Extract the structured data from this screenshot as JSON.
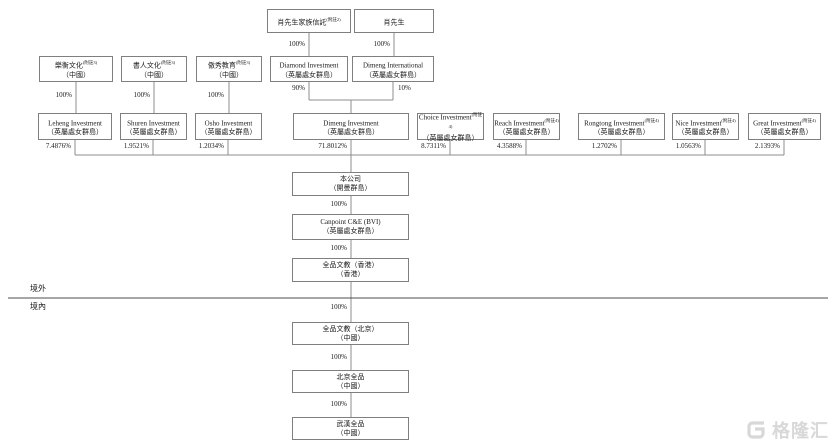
{
  "diagram_type": "corporate-shareholding-structure",
  "colors": {
    "box_border": "#7f7f7f",
    "connector": "#8c8c8c",
    "divider": "#4d4d4d",
    "text": "#1a1a1a",
    "watermark": "#d8d8d8"
  },
  "top_row": [
    {
      "name": "肖先生家族信託",
      "note": "(附註2)",
      "region": "",
      "pct": "100%"
    },
    {
      "name": "肖先生",
      "note": "",
      "region": "",
      "pct": "100%"
    }
  ],
  "row2": [
    {
      "name": "樂衡文化",
      "note": "(附註3)",
      "region": "（中國）",
      "pct": "100%"
    },
    {
      "name": "書人文化",
      "note": "(附註3)",
      "region": "（中國）",
      "pct": "100%"
    },
    {
      "name": "傲秀教育",
      "note": "(附註3)",
      "region": "（中國）",
      "pct": "100%"
    },
    {
      "name": "Diamond Investment",
      "note": "",
      "region": "（英屬處女群島）",
      "pct": "90%"
    },
    {
      "name": "Dimeng International",
      "note": "",
      "region": "（英屬處女群島）",
      "pct": "10%"
    }
  ],
  "row3": [
    {
      "name": "Leheng Investment",
      "note": "",
      "region": "（英屬處女群島）",
      "pct": "7.4876%"
    },
    {
      "name": "Shuren Investment",
      "note": "",
      "region": "（英屬處女群島）",
      "pct": "1.9521%"
    },
    {
      "name": "Osho Investment",
      "note": "",
      "region": "（英屬處女群島）",
      "pct": "1.2034%"
    },
    {
      "name": "Dimeng Investment",
      "note": "",
      "region": "（英屬處女群島）",
      "pct": "71.8012%"
    },
    {
      "name": "Choice Investment",
      "note": "(附註4)",
      "region": "（英屬處女群島）",
      "pct": "8.7311%"
    },
    {
      "name": "Reach Investment",
      "note": "(附註4)",
      "region": "（英屬處女群島）",
      "pct": "4.3588%"
    },
    {
      "name": "Rongtong Investment",
      "note": "(附註4)",
      "region": "（英屬處女群島）",
      "pct": "1.2702%"
    },
    {
      "name": "Nice Investment",
      "note": "(附註4)",
      "region": "（英屬處女群島）",
      "pct": "1.0563%"
    },
    {
      "name": "Great Investment",
      "note": "(附註4)",
      "region": "（英屬處女群島）",
      "pct": "2.1393%"
    }
  ],
  "chain": [
    {
      "name": "本公司",
      "region": "（開曼群島）",
      "pct_below": "100%"
    },
    {
      "name": "Canpoint C&E (BVI)",
      "region": "（英屬處女群島）",
      "pct_below": "100%"
    },
    {
      "name": "全品文教（香港）",
      "region": "（香港）",
      "pct_below": "100%"
    },
    {
      "name": "全品文教（北京）",
      "region": "（中國）",
      "pct_below": "100%"
    },
    {
      "name": "北京全品",
      "region": "（中國）",
      "pct_below": "100%"
    },
    {
      "name": "武漢全品",
      "region": "（中國）",
      "pct_below": ""
    }
  ],
  "divider": {
    "outside_label": "境外",
    "inside_label": "境內"
  },
  "watermark": {
    "brand": "格隆汇",
    "icon": "G"
  }
}
